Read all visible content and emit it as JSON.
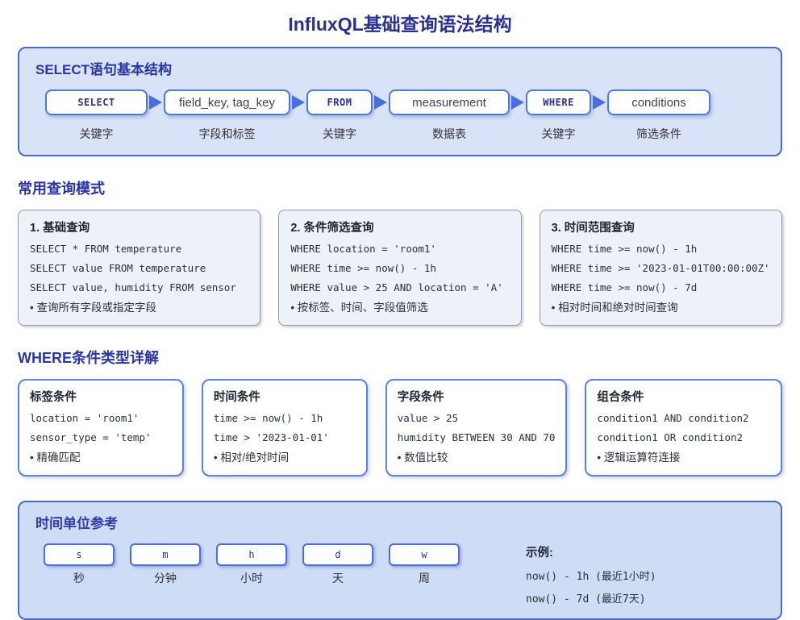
{
  "title": "InfluxQL基础查询语法结构",
  "colors": {
    "heading_navy": "#2a35a0",
    "panel_background": "#d9e3f8",
    "panel_border": "#4a69c8",
    "flow_box_border": "#4a7be0",
    "arrow_blue": "#4a6fdc",
    "where_card_border": "#5b82e8",
    "pattern_card_background": "#edf1f8"
  },
  "select_structure": {
    "heading": "SELECT语句基本结构",
    "flow": [
      {
        "box": "SELECT",
        "label": "关键字"
      },
      {
        "box": "field_key, tag_key",
        "label": "字段和标签"
      },
      {
        "box": "FROM",
        "label": "关键字"
      },
      {
        "box": "measurement",
        "label": "数据表"
      },
      {
        "box": "WHERE",
        "label": "关键字"
      },
      {
        "box": "conditions",
        "label": "筛选条件"
      }
    ]
  },
  "query_patterns": {
    "heading": "常用查询模式",
    "cards": [
      {
        "title": "1. 基础查询",
        "code": [
          "SELECT * FROM temperature",
          "SELECT value FROM temperature",
          "SELECT value, humidity FROM sensor"
        ],
        "note": "• 查询所有字段或指定字段"
      },
      {
        "title": "2. 条件筛选查询",
        "code": [
          "WHERE location = 'room1'",
          "WHERE time >= now() - 1h",
          "WHERE value > 25 AND location = 'A'"
        ],
        "note": "• 按标签、时间、字段值筛选"
      },
      {
        "title": "3. 时间范围查询",
        "code": [
          "WHERE time >= now() - 1h",
          "WHERE time >= '2023-01-01T00:00:00Z'",
          "WHERE time >= now() - 7d"
        ],
        "note": "• 相对时间和绝对时间查询"
      }
    ]
  },
  "where_types": {
    "heading": "WHERE条件类型详解",
    "cards": [
      {
        "title": "标签条件",
        "code": [
          "location = 'room1'",
          "sensor_type = 'temp'"
        ],
        "note": "• 精确匹配"
      },
      {
        "title": "时间条件",
        "code": [
          "time >= now() - 1h",
          "time > '2023-01-01'"
        ],
        "note": "• 相对/绝对时间"
      },
      {
        "title": "字段条件",
        "code": [
          "value > 25",
          "humidity BETWEEN 30 AND 70"
        ],
        "note": "• 数值比较"
      },
      {
        "title": "组合条件",
        "code": [
          "condition1 AND condition2",
          "condition1 OR condition2"
        ],
        "note": "• 逻辑运算符连接"
      }
    ]
  },
  "time_units": {
    "heading": "时间单位参考",
    "units": [
      {
        "unit": "s",
        "label": "秒"
      },
      {
        "unit": "m",
        "label": "分钟"
      },
      {
        "unit": "h",
        "label": "小时"
      },
      {
        "unit": "d",
        "label": "天"
      },
      {
        "unit": "w",
        "label": "周"
      }
    ],
    "examples": {
      "title": "示例:",
      "lines": [
        "now() - 1h (最近1小时)",
        "now() - 7d (最近7天)"
      ]
    }
  }
}
